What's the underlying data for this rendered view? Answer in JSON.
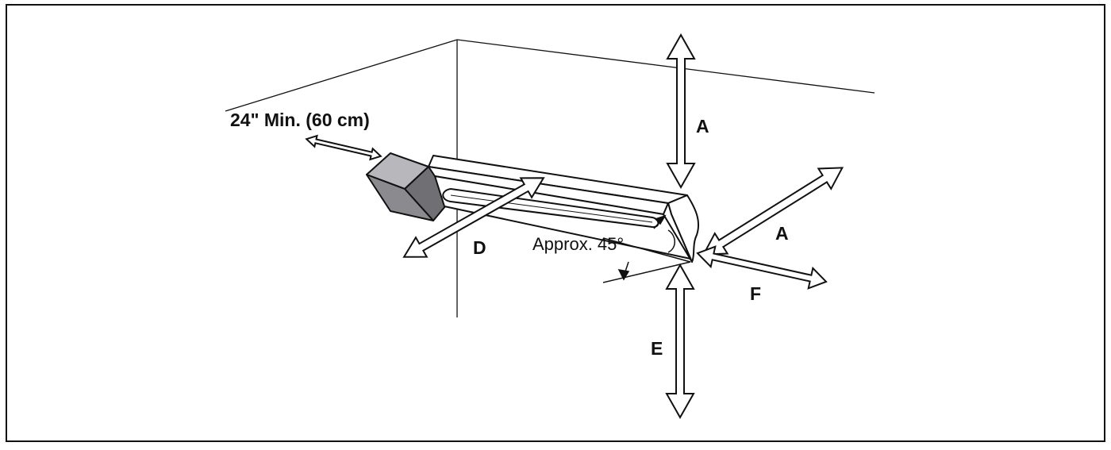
{
  "labels": {
    "min_clearance": "24\" Min. (60 cm)",
    "a_top": "A",
    "a_right": "A",
    "d": "D",
    "e": "E",
    "f": "F",
    "approx_angle": "Approx. 45°"
  },
  "colors": {
    "outline": "#111111",
    "box_fill": "#8a8a8f",
    "background": "#ffffff"
  }
}
